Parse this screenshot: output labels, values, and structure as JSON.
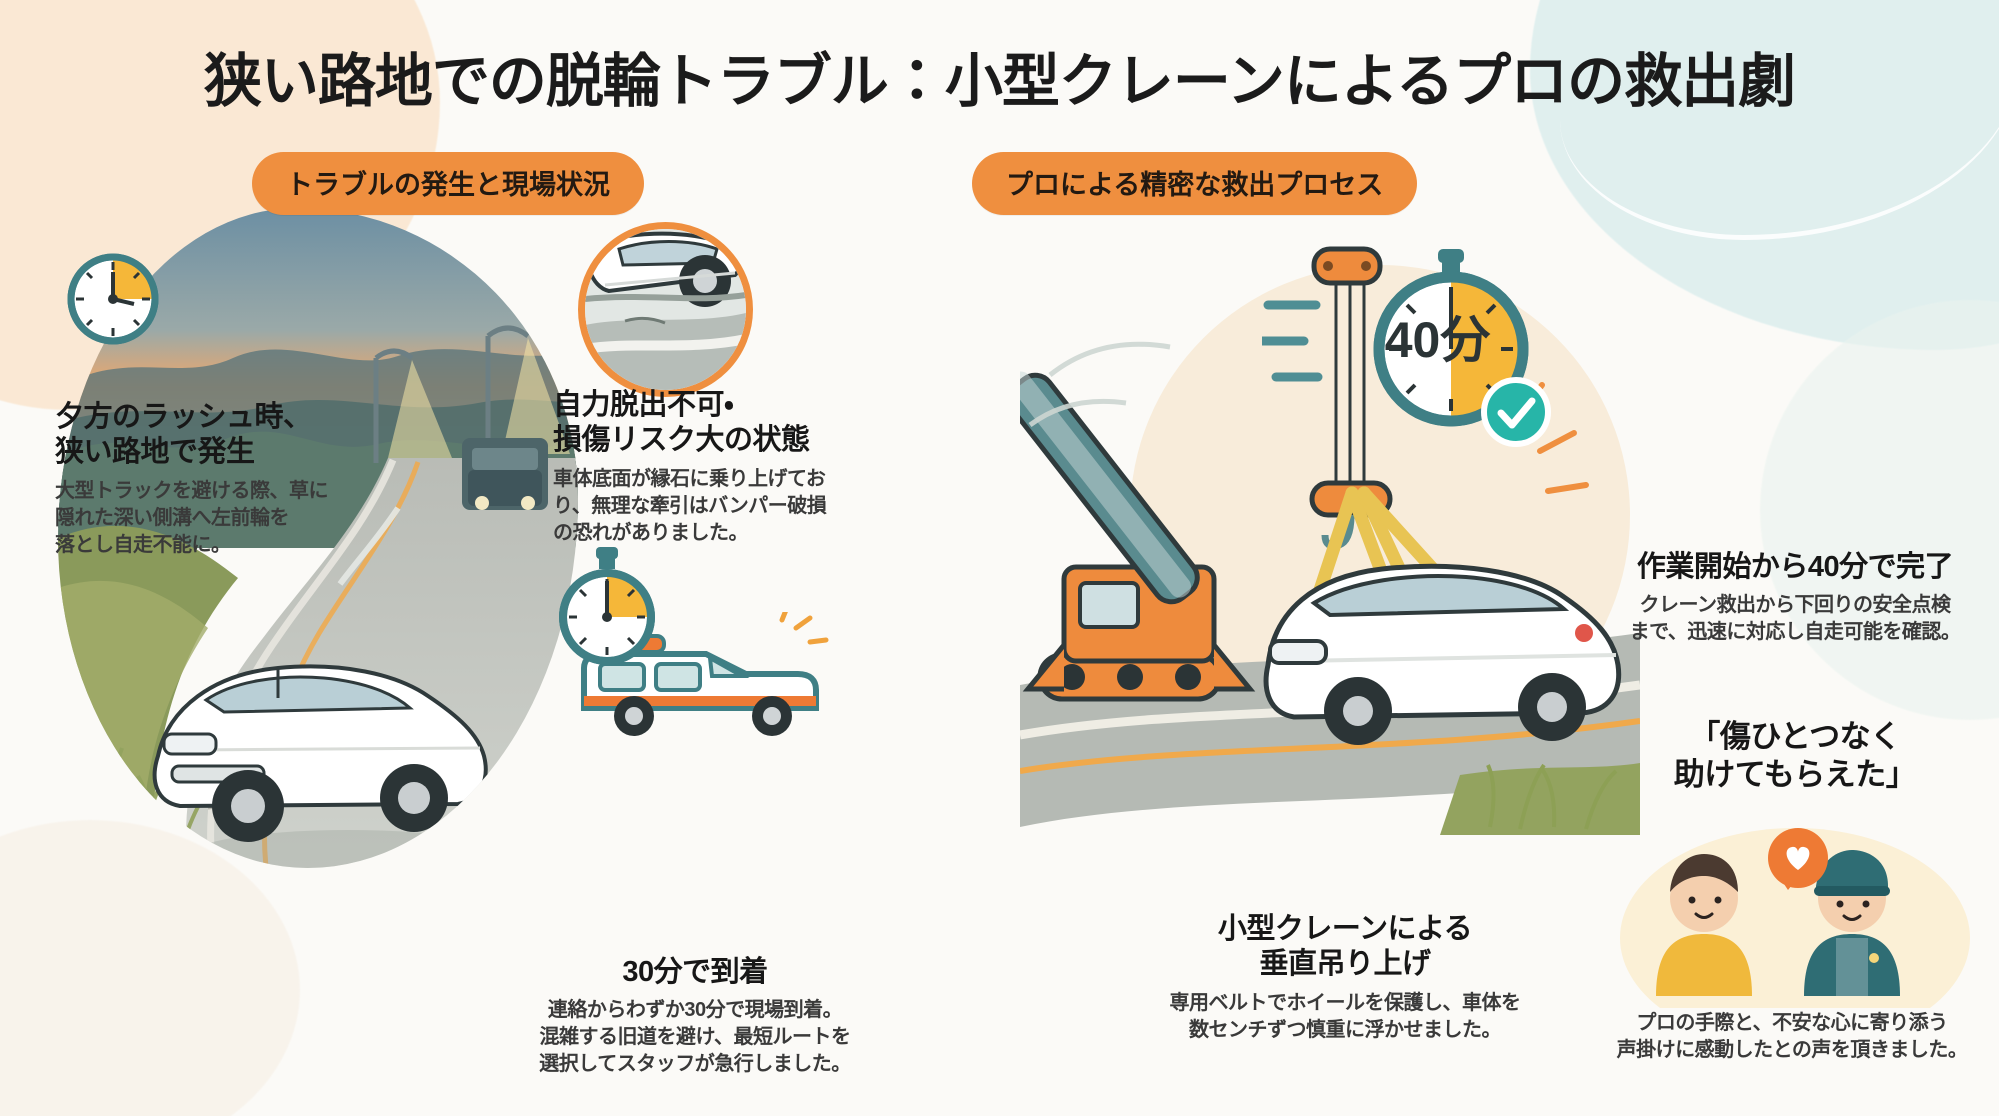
{
  "title": "狭い路地での脱輪トラブル：小型クレーンによるプロの救出劇",
  "colors": {
    "accent_orange": "#ef8f3f",
    "teal": "#3f7f85",
    "yellow": "#f5b739",
    "check_green": "#27b5a8",
    "text_dark": "#171717",
    "body_text": "#3a3a3a",
    "page_bg": "#fbfaf7"
  },
  "sections": [
    {
      "id": "left",
      "badge": "トラブルの発生と現場状況"
    },
    {
      "id": "right",
      "badge": "プロによる精密な救出プロセス"
    }
  ],
  "blocks": {
    "incident": {
      "heading_line1": "夕方のラッシュ時、",
      "heading_line2": "狭い路地で発生",
      "body_line1": "大型トラックを避ける際、草に",
      "body_line2": "隠れた深い側溝へ左前輪を",
      "body_line3": "落とし自走不能に。",
      "icon": "clock-icon"
    },
    "stuck": {
      "heading_line1": "自力脱出不可・",
      "heading_line2": "損傷リスク大の状態",
      "body_line1": "車体底面が縁石に乗り上げてお",
      "body_line2": "り、無理な牽引はバンパー破損",
      "body_line3": "の恐れがありました。",
      "icon": "wheel-off-ground-icon"
    },
    "arrival": {
      "heading": "30分で到着",
      "body_line1": "連絡からわずか30分で現場到着。",
      "body_line2": "混雑する旧道を避け、最短ルートを",
      "body_line3": "選択してスタッフが急行しました。",
      "icon": "stopwatch-icon",
      "vehicle_icon": "service-van-icon"
    },
    "crane": {
      "heading_line1": "小型クレーンによる",
      "heading_line2": "垂直吊り上げ",
      "body_line1": "専用ベルトでホイールを保護し、車体を",
      "body_line2": "数センチずつ慎重に浮かせました。",
      "icon": "mini-crane-icon"
    },
    "completed": {
      "heading": "作業開始から40分で完了",
      "body_line1": "クレーン救出から下回りの安全点検",
      "body_line2": "まで、迅速に対応し自走可能を確認。",
      "stopwatch_label": "40分",
      "icon": "stopwatch-large-icon",
      "status_icon": "check-circle-icon"
    },
    "testimonial": {
      "quote_line1": "「傷ひとつなく",
      "quote_line2": "助けてもらえた」",
      "body_line1": "プロの手際と、不安な心に寄り添う",
      "body_line2": "声掛けに感動したとの声を頂きました。",
      "icon_customer": "customer-avatar-icon",
      "icon_staff": "staff-avatar-icon",
      "icon_heart": "heart-bubble-icon"
    }
  }
}
